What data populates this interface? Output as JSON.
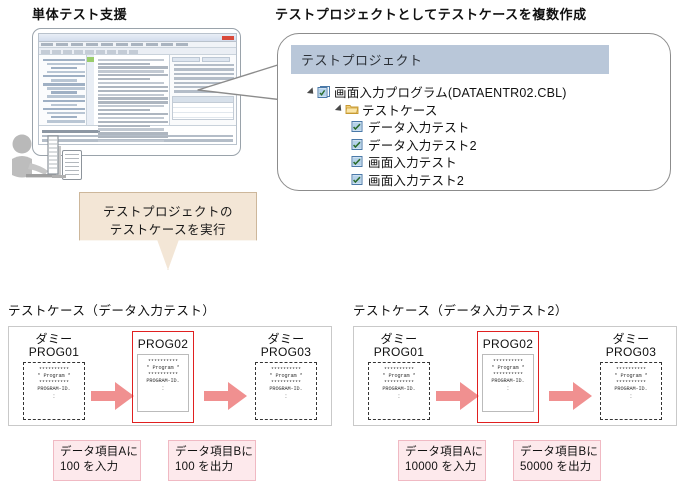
{
  "headers": {
    "unit_test_support": "単体テスト支援",
    "create_multiple_testcases": "テストプロジェクトとしてテストケースを複数作成"
  },
  "project_panel": {
    "title": "テストプロジェクト",
    "tree": [
      {
        "label": "画面入力プログラム(DATAENTR02.CBL)",
        "icon": "test-program-icon",
        "level": 1,
        "expander": "expanded-triangle-icon"
      },
      {
        "label": "テストケース",
        "icon": "folder-icon",
        "level": 2,
        "expander": "expanded-triangle-icon"
      },
      {
        "label": "データ入力テスト",
        "icon": "testcase-icon",
        "level": 3,
        "expander": ""
      },
      {
        "label": "データ入力テスト2",
        "icon": "testcase-icon",
        "level": 3,
        "expander": ""
      },
      {
        "label": "画面入力テスト",
        "icon": "testcase-icon",
        "level": 3,
        "expander": ""
      },
      {
        "label": "画面入力テスト2",
        "icon": "testcase-icon",
        "level": 3,
        "expander": ""
      }
    ]
  },
  "exec_banner": {
    "line1": "テストプロジェクトの",
    "line2": "テストケースを実行"
  },
  "code_snippet": {
    "stars_top": "**********",
    "program": "* Program *",
    "stars_bottom": "**********",
    "program_id": "PROGRAM-ID.",
    "colon": ":"
  },
  "testcases": [
    {
      "title": "テストケース（データ入力テスト）",
      "programs": [
        {
          "dummy_label": "ダミー",
          "name": "PROG01",
          "highlighted": false
        },
        {
          "dummy_label": "",
          "name": "PROG02",
          "highlighted": true
        },
        {
          "dummy_label": "ダミー",
          "name": "PROG03",
          "highlighted": false
        }
      ],
      "notes": [
        {
          "line1": "データ項目Aに",
          "line2": "100  を入力"
        },
        {
          "line1": "データ項目Bに",
          "line2": "100  を出力"
        }
      ]
    },
    {
      "title": "テストケース（データ入力テスト2）",
      "programs": [
        {
          "dummy_label": "ダミー",
          "name": "PROG01",
          "highlighted": false
        },
        {
          "dummy_label": "",
          "name": "PROG02",
          "highlighted": true
        },
        {
          "dummy_label": "ダミー",
          "name": "PROG03",
          "highlighted": false
        }
      ],
      "notes": [
        {
          "line1": "データ項目Aに",
          "line2": "10000  を入力"
        },
        {
          "line1": "データ項目Bに",
          "line2": "50000  を出力"
        }
      ]
    }
  ],
  "colors": {
    "arrow": "#f09090",
    "highlight_border": "#e02020",
    "note_bg": "#fde9ec",
    "note_border": "#f0b9c3",
    "banner_bg": "#f3e6d6",
    "panel_header": "#b9c7d9"
  }
}
